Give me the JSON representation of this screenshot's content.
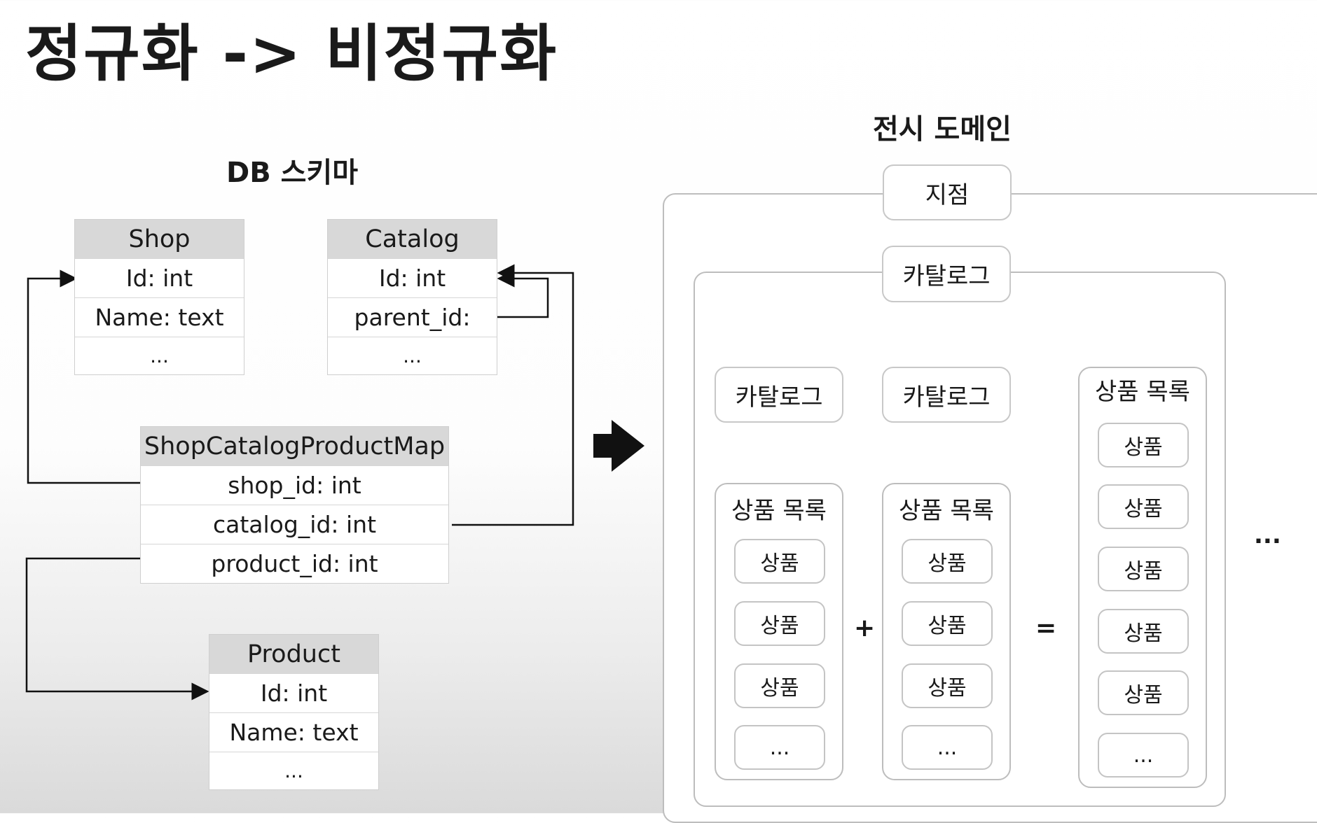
{
  "title": "정규화 -> 비정규화",
  "db_schema": {
    "heading": "DB 스키마",
    "tables": [
      {
        "name": "Shop",
        "fields": [
          "Id: int",
          "Name: text",
          "..."
        ]
      },
      {
        "name": "Catalog",
        "fields": [
          "Id: int",
          "parent_id:",
          "..."
        ]
      },
      {
        "name": "ShopCatalogProductMap",
        "fields": [
          "shop_id: int",
          "catalog_id: int",
          "product_id: int"
        ]
      },
      {
        "name": "Product",
        "fields": [
          "Id: int",
          "Name: text",
          "..."
        ]
      }
    ]
  },
  "display_domain": {
    "heading": "전시 도메인",
    "branch": "지점",
    "root_catalog": "카탈로그",
    "child_catalogs": [
      "카탈로그",
      "카탈로그"
    ],
    "product_list_label": "상품 목록",
    "product": "상품",
    "more": "...",
    "plus": "+",
    "equals": "=",
    "outer_ellipsis": "..."
  }
}
